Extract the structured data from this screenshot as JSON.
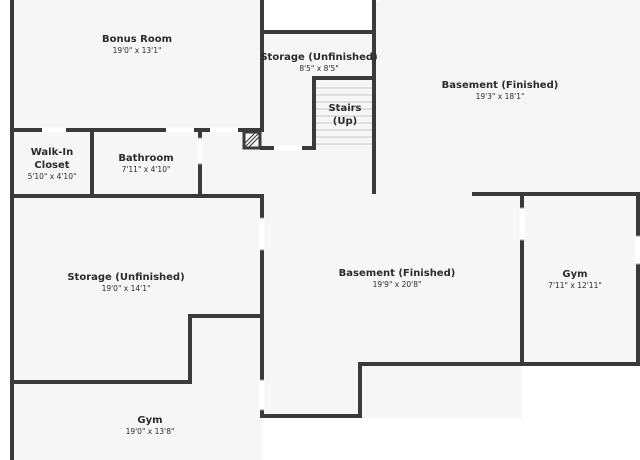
{
  "rooms": {
    "bonus_room": {
      "name": "Bonus Room",
      "dims": "19'0\" x 13'1\""
    },
    "storage_top": {
      "name": "Storage (Unfinished)",
      "dims": "8'5\" x 8'5\""
    },
    "stairs": {
      "name_1": "Stairs",
      "name_2": "(Up)"
    },
    "basement_top": {
      "name": "Basement (Finished)",
      "dims": "19'3\" x 18'1\""
    },
    "walk_in_closet": {
      "name_1": "Walk-In",
      "name_2": "Closet",
      "dims": "5'10\" x 4'10\""
    },
    "bathroom": {
      "name": "Bathroom",
      "dims": "7'11\" x 4'10\""
    },
    "storage_left": {
      "name": "Storage (Unfinished)",
      "dims": "19'0\" x 14'1\""
    },
    "basement_center": {
      "name": "Basement (Finished)",
      "dims": "19'9\" x 20'8\""
    },
    "gym_right": {
      "name": "Gym",
      "dims": "7'11\" x 12'11\""
    },
    "gym_bottom": {
      "name": "Gym",
      "dims": "19'0\" x 13'8\""
    }
  },
  "colors": {
    "wall": "#3a3a3a",
    "floor": "#f6f6f6",
    "background": "#ffffff"
  }
}
